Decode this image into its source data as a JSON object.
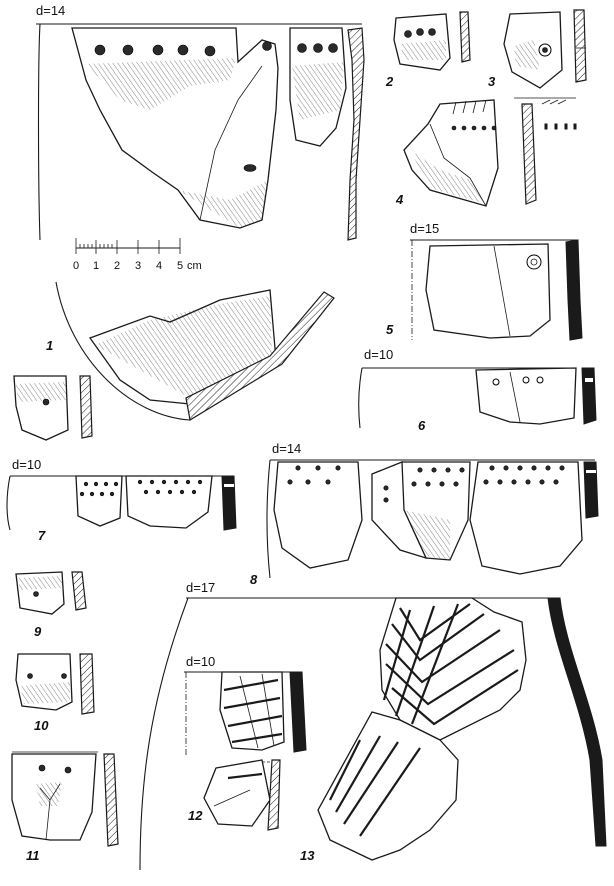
{
  "labels": {
    "d1": "d=14",
    "d5": "d=15",
    "d6": "d=10",
    "d7": "d=10",
    "d8": "d=14",
    "d12": "d=10",
    "d13": "d=17"
  },
  "scale_bar": {
    "ticks": [
      "0",
      "1",
      "2",
      "3",
      "4",
      "5"
    ],
    "unit": "cm"
  },
  "figure_numbers": {
    "n1": "1",
    "n2": "2",
    "n3": "3",
    "n4": "4",
    "n5": "5",
    "n6": "6",
    "n7": "7",
    "n8": "8",
    "n9": "9",
    "n10": "10",
    "n11": "11",
    "n12": "12",
    "n13": "13"
  }
}
